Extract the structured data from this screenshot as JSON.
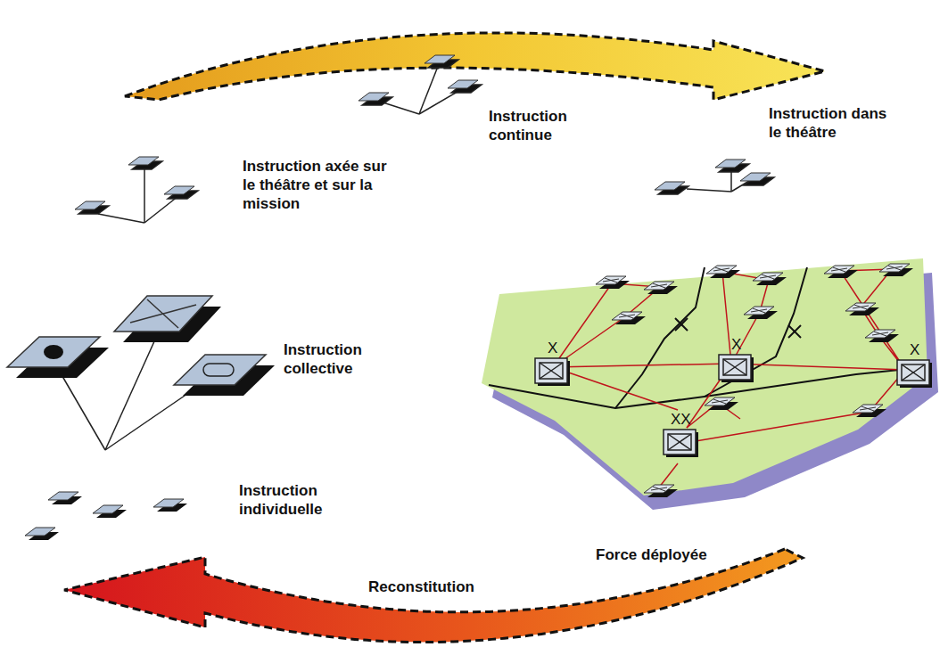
{
  "diagram": {
    "labels": [
      "Instruction continue",
      "Instruction dans le théâtre",
      "Instruction axée sur le théâtre et sur la mission",
      "Instruction collective",
      "Instruction individuelle",
      "Force déployée",
      "Reconstitution",
      "X",
      "X",
      "X",
      "XX"
    ]
  }
}
